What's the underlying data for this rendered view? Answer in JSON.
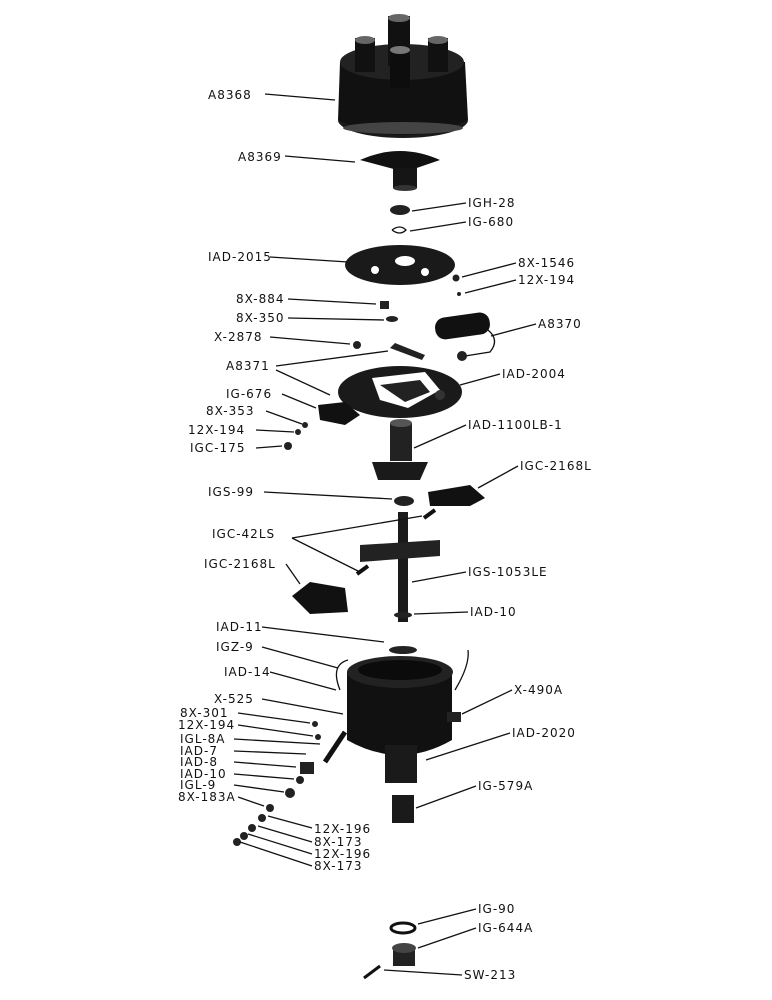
{
  "diagram": {
    "parts": [
      {
        "id": "a8368",
        "label": "A8368"
      },
      {
        "id": "a8369",
        "label": "A8369"
      },
      {
        "id": "igh28",
        "label": "IGH-28"
      },
      {
        "id": "ig680",
        "label": "IG-680"
      },
      {
        "id": "iad2015",
        "label": "IAD-2015"
      },
      {
        "id": "x8x1546",
        "label": "8X-1546"
      },
      {
        "id": "x12x194a",
        "label": "12X-194"
      },
      {
        "id": "x8x884",
        "label": "8X-884"
      },
      {
        "id": "x8x350",
        "label": "8X-350"
      },
      {
        "id": "a8370",
        "label": "A8370"
      },
      {
        "id": "x2878",
        "label": "X-2878"
      },
      {
        "id": "a8371",
        "label": "A8371"
      },
      {
        "id": "iad2004",
        "label": "IAD-2004"
      },
      {
        "id": "ig676",
        "label": "IG-676"
      },
      {
        "id": "x8x353",
        "label": "8X-353"
      },
      {
        "id": "x12x194b",
        "label": "12X-194"
      },
      {
        "id": "igc175",
        "label": "IGC-175"
      },
      {
        "id": "iad1100lb1",
        "label": "IAD-1100LB-1"
      },
      {
        "id": "igc2168la",
        "label": "IGC-2168L"
      },
      {
        "id": "igs99",
        "label": "IGS-99"
      },
      {
        "id": "igc42ls",
        "label": "IGC-42LS"
      },
      {
        "id": "igc2168lb",
        "label": "IGC-2168L"
      },
      {
        "id": "igs1053le",
        "label": "IGS-1053LE"
      },
      {
        "id": "iad10top",
        "label": "IAD-10"
      },
      {
        "id": "iad11",
        "label": "IAD-11"
      },
      {
        "id": "igz9",
        "label": "IGZ-9"
      },
      {
        "id": "iad14",
        "label": "IAD-14"
      },
      {
        "id": "x490a",
        "label": "X-490A"
      },
      {
        "id": "x525",
        "label": "X-525"
      },
      {
        "id": "x8x301",
        "label": "8X-301"
      },
      {
        "id": "x12x194c",
        "label": "12X-194"
      },
      {
        "id": "iad2020",
        "label": "IAD-2020"
      },
      {
        "id": "igl8a",
        "label": "IGL-8A"
      },
      {
        "id": "iad7",
        "label": "IAD-7"
      },
      {
        "id": "iad8",
        "label": "IAD-8"
      },
      {
        "id": "iad10",
        "label": "IAD-10"
      },
      {
        "id": "igl9",
        "label": "IGL-9"
      },
      {
        "id": "x8x183a",
        "label": "8X-183A"
      },
      {
        "id": "ig579a",
        "label": "IG-579A"
      },
      {
        "id": "x12x196a",
        "label": "12X-196"
      },
      {
        "id": "x8x173a",
        "label": "8X-173"
      },
      {
        "id": "x12x196b",
        "label": "12X-196"
      },
      {
        "id": "x8x173b",
        "label": "8X-173"
      },
      {
        "id": "ig90",
        "label": "IG-90"
      },
      {
        "id": "ig644a",
        "label": "IG-644A"
      },
      {
        "id": "sw213",
        "label": "SW-213"
      }
    ]
  }
}
